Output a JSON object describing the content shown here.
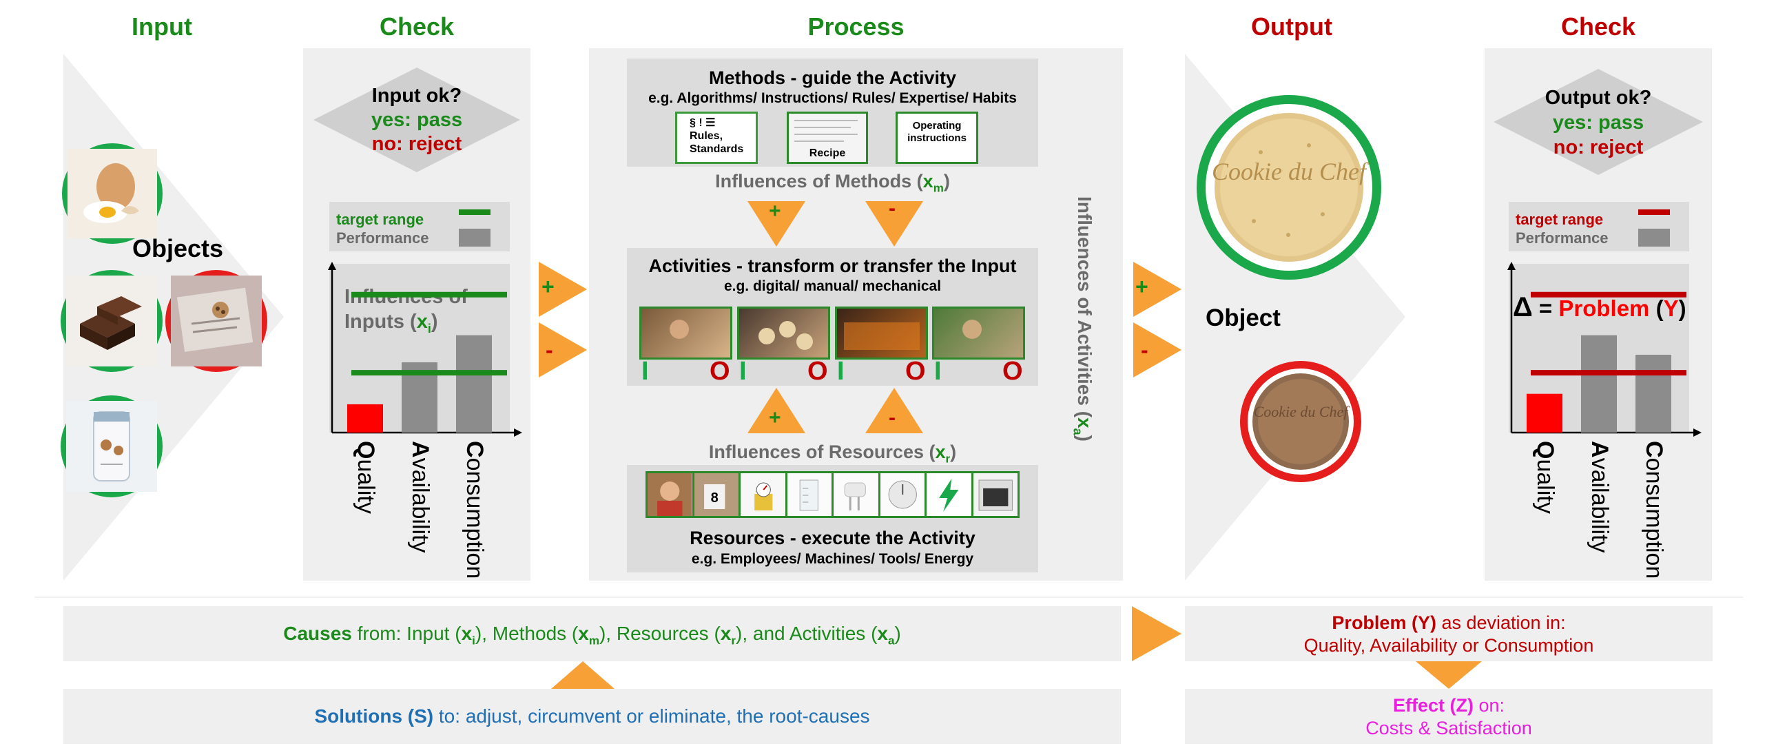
{
  "headers": {
    "input": "Input",
    "check1": "Check",
    "process": "Process",
    "output": "Output",
    "check2": "Check"
  },
  "input": {
    "objects_label": "Objects"
  },
  "check_in": {
    "question": "Input ok?",
    "yes": "yes: pass",
    "no": "no: reject",
    "legend_target": "target range",
    "legend_perf": "Performance",
    "influences_line1": "Influences of",
    "influences_line2": "Inputs (",
    "influences_var": "x",
    "influences_sub": "i",
    "influences_close": ")",
    "bars": [
      {
        "name": "Quality",
        "initial": "Q",
        "rest": "uality",
        "value": 0.17,
        "color": "#ff0000"
      },
      {
        "name": "Availability",
        "initial": "A",
        "rest": "vailability",
        "value": 0.45,
        "color": "#8c8c8c"
      },
      {
        "name": "Consumption",
        "initial": "C",
        "rest": "onsumption",
        "value": 0.63,
        "color": "#8c8c8c"
      }
    ],
    "target_low": 0.38,
    "target_high": 0.9,
    "target_color": "#1a8a1a"
  },
  "arrows_in": {
    "plus": "+",
    "minus": "-"
  },
  "process": {
    "methods_title": "Methods - guide the Activity",
    "methods_sub": "e.g. Algorithms/ Instructions/ Rules/ Expertise/ Habits",
    "doc1_line1": "§ ! ☰",
    "doc1_line2": "Rules,",
    "doc1_line3": "Standards",
    "doc2": "Recipe",
    "doc3_line1": "Operating",
    "doc3_line2": "instructions",
    "infl_methods": "Influences of Methods (",
    "infl_methods_var": "x",
    "infl_methods_sub": "m",
    "close": ")",
    "plus": "+",
    "minus": "-",
    "activities_title": "Activities - transform or transfer the Input",
    "activities_sub": "e.g. digital/ manual/ mechanical",
    "io_i": "I",
    "io_o": "O",
    "infl_resources": "Influences of Resources (",
    "infl_resources_var": "x",
    "infl_resources_sub": "r",
    "resources_title": "Resources - execute the Activity",
    "resources_sub": "e.g. Employees/ Machines/ Tools/ Energy",
    "infl_activities": "Influences of Activities (",
    "infl_activities_var": "x",
    "infl_activities_sub": "a"
  },
  "output": {
    "object_label": "Object",
    "cookie_text": "Cookie du Chef"
  },
  "check_out": {
    "question": "Output ok?",
    "yes": "yes: pass",
    "no": "no: reject",
    "legend_target": "target range",
    "legend_perf": "Performance",
    "delta": "Δ",
    "eq": " = ",
    "problem": "Problem",
    "y_open": " (",
    "y": "Y",
    "y_close": ")",
    "bars": [
      {
        "name": "Quality",
        "initial": "Q",
        "rest": "uality",
        "value": 0.24,
        "color": "#ff0000"
      },
      {
        "name": "Availability",
        "initial": "A",
        "rest": "vailability",
        "value": 0.63,
        "color": "#8c8c8c"
      },
      {
        "name": "Consumption",
        "initial": "C",
        "rest": "onsumption",
        "value": 0.5,
        "color": "#8c8c8c"
      }
    ],
    "target_low": 0.38,
    "target_high": 0.9,
    "target_color": "#c00000"
  },
  "bottom": {
    "causes_label": "Causes",
    "causes_from": " from: Input (",
    "x": "x",
    "i": "i",
    "methods": "), Methods (",
    "m": "m",
    "resources": "), Resources (",
    "r": "r",
    "activities": "), and Activities (",
    "a": "a",
    "close": ")",
    "solutions_label": "Solutions (S)",
    "solutions_text": " to: adjust, circumvent or eliminate, the root-causes",
    "problem_label": "Problem (Y)",
    "problem_text": " as deviation in:",
    "problem_line2": "Quality, Availability or Consumption",
    "effect_label": "Effect (Z)",
    "effect_text": " on:",
    "effect_line2": "Costs & Satisfaction"
  },
  "colors": {
    "green": "#1a8a1a",
    "red": "#c00000",
    "orange": "#f7a035",
    "blue": "#1f6fb5",
    "magenta": "#e81fdf",
    "grey_panel": "#efefef",
    "grey_box": "#dcdcdc"
  }
}
